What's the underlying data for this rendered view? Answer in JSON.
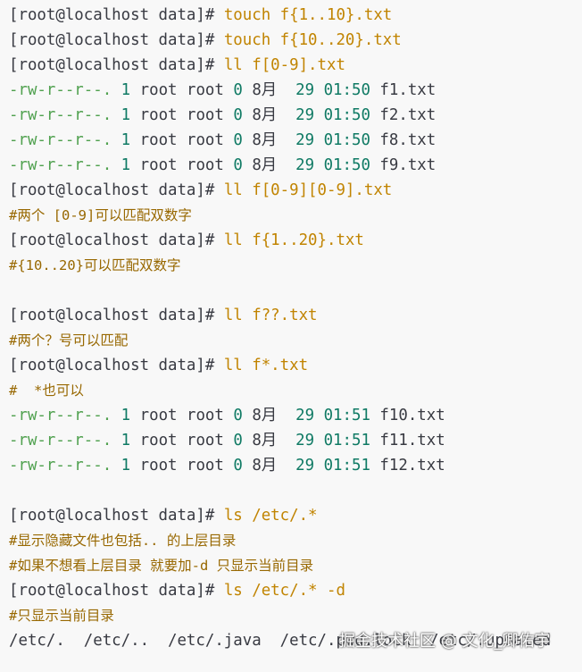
{
  "lines": [
    {
      "type": "prompt",
      "prompt": "[root@localhost data]# ",
      "cmd": "touch f{1..10}.txt"
    },
    {
      "type": "prompt",
      "prompt": "[root@localhost data]# ",
      "cmd": "touch f{10..20}.txt"
    },
    {
      "type": "prompt",
      "prompt": "[root@localhost data]# ",
      "cmd": "ll f[0-9].txt"
    },
    {
      "type": "listing",
      "perm": "-rw-r--r--.",
      "links": "1",
      "owner": "root root",
      "size": "0",
      "month": "8月",
      "day": "29",
      "time": "01:50",
      "name": "f1.txt"
    },
    {
      "type": "listing",
      "perm": "-rw-r--r--.",
      "links": "1",
      "owner": "root root",
      "size": "0",
      "month": "8月",
      "day": "29",
      "time": "01:50",
      "name": "f2.txt"
    },
    {
      "type": "listing",
      "perm": "-rw-r--r--.",
      "links": "1",
      "owner": "root root",
      "size": "0",
      "month": "8月",
      "day": "29",
      "time": "01:50",
      "name": "f8.txt"
    },
    {
      "type": "listing",
      "perm": "-rw-r--r--.",
      "links": "1",
      "owner": "root root",
      "size": "0",
      "month": "8月",
      "day": "29",
      "time": "01:50",
      "name": "f9.txt"
    },
    {
      "type": "prompt",
      "prompt": "[root@localhost data]# ",
      "cmd": "ll f[0-9][0-9].txt"
    },
    {
      "type": "comment",
      "text": "#两个 [0-9]可以匹配双数字"
    },
    {
      "type": "prompt",
      "prompt": "[root@localhost data]# ",
      "cmd": "ll f{1..20}.txt"
    },
    {
      "type": "comment",
      "text": "#{10..20}可以匹配双数字"
    },
    {
      "type": "blank"
    },
    {
      "type": "prompt",
      "prompt": "[root@localhost data]# ",
      "cmd": "ll f??.txt"
    },
    {
      "type": "comment",
      "text": "#两个？号可以匹配"
    },
    {
      "type": "prompt",
      "prompt": "[root@localhost data]# ",
      "cmd": "ll f*.txt"
    },
    {
      "type": "comment",
      "text": "#  *也可以"
    },
    {
      "type": "listing",
      "perm": "-rw-r--r--.",
      "links": "1",
      "owner": "root root",
      "size": "0",
      "month": "8月",
      "day": "29",
      "time": "01:51",
      "name": "f10.txt"
    },
    {
      "type": "listing",
      "perm": "-rw-r--r--.",
      "links": "1",
      "owner": "root root",
      "size": "0",
      "month": "8月",
      "day": "29",
      "time": "01:51",
      "name": "f11.txt"
    },
    {
      "type": "listing",
      "perm": "-rw-r--r--.",
      "links": "1",
      "owner": "root root",
      "size": "0",
      "month": "8月",
      "day": "29",
      "time": "01:51",
      "name": "f12.txt"
    },
    {
      "type": "blank"
    },
    {
      "type": "prompt",
      "prompt": "[root@localhost data]# ",
      "cmd": "ls /etc/.*"
    },
    {
      "type": "comment",
      "text": "#显示隐藏文件也包括.. 的上层目录"
    },
    {
      "type": "comment",
      "text": "#如果不想看上层目录 就要加-d 只显示当前目录"
    },
    {
      "type": "prompt",
      "prompt": "[root@localhost data]# ",
      "cmd": "ls /etc/.* -d"
    },
    {
      "type": "comment",
      "text": "#只显示当前目录"
    },
    {
      "type": "output",
      "text": "/etc/.  /etc/..  /etc/.java  /etc/.pwd.lock  /etc/.updated"
    }
  ],
  "watermark": "掘金技术社区 @ 文化_卿佑宇",
  "colors": {
    "background": "#f8f8f8",
    "prompt": "#383a42",
    "command": "#c18401",
    "permissions": "#50a14f",
    "numbers": "#0f7a64",
    "comment": "#986801"
  }
}
